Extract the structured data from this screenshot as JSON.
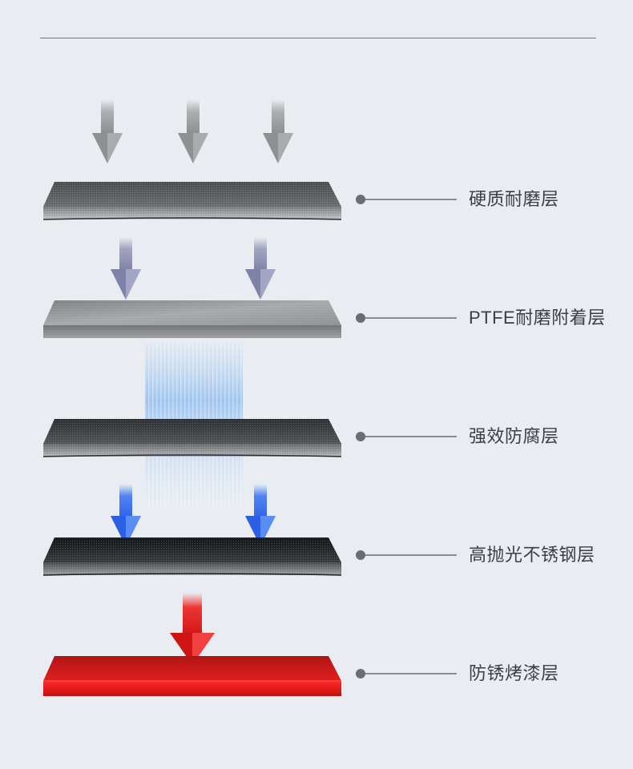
{
  "layers": [
    {
      "label": "硬质耐磨层",
      "color": "#5a5c60"
    },
    {
      "label": "PTFE耐磨附着层",
      "color": "#8a8c90"
    },
    {
      "label": "强效防腐层",
      "color": "#3c3e42"
    },
    {
      "label": "高抛光不锈钢层",
      "color": "#222426"
    },
    {
      "label": "防锈烤漆层",
      "color": "#d01818"
    }
  ],
  "colors": {
    "background": "#e9edf1",
    "arrow_grey": "#a6a8ab",
    "arrow_lavender": "#9a9cb8",
    "arrow_blue": "#3f74f0",
    "arrow_red": "#e52323",
    "glow_blue": "#9ec4f0",
    "leader": "#6a6e72"
  }
}
